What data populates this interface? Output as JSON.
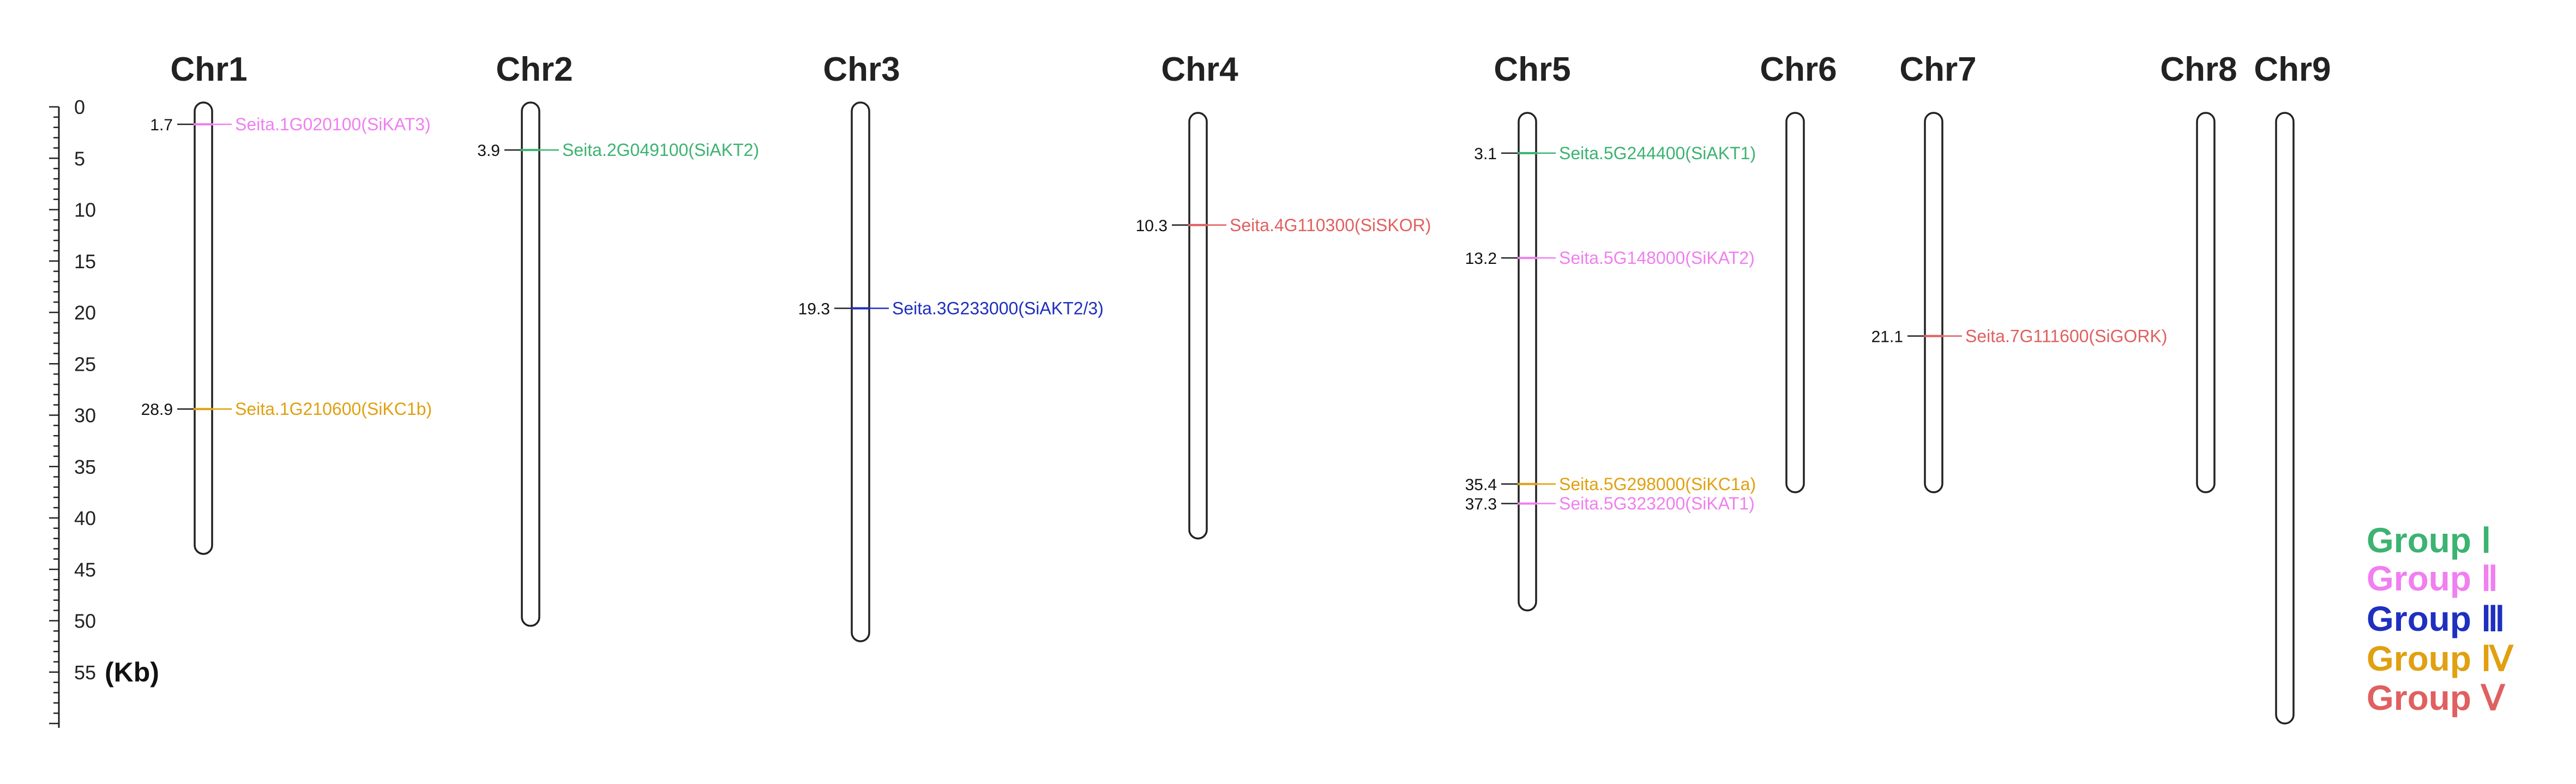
{
  "scale": {
    "unit_label": "(Kb)",
    "tick_labels": [
      "0",
      "5",
      "10",
      "15",
      "20",
      "25",
      "30",
      "35",
      "40",
      "45",
      "50",
      "55"
    ],
    "max": 60
  },
  "colors": {
    "group_I": "#3cb371",
    "group_II": "#f07ff0",
    "group_III": "#1f2fbf",
    "group_IV": "#e0a010",
    "group_V": "#e06060"
  },
  "chromosomes": [
    {
      "name": "Chr1",
      "length": 43.5,
      "genes": [
        {
          "pos_label": "1.7",
          "position": 1.7,
          "label": "Seita.1G020100(SiKAT3)",
          "group": "group_II"
        },
        {
          "pos_label": "28.9",
          "position": 29.4,
          "label": "Seita.1G210600(SiKC1b)",
          "group": "group_IV"
        }
      ]
    },
    {
      "name": "Chr2",
      "length": 50.5,
      "genes": [
        {
          "pos_label": "3.9",
          "position": 4.2,
          "label": "Seita.2G049100(SiAKT2)",
          "group": "group_I"
        }
      ]
    },
    {
      "name": "Chr3",
      "length": 52.0,
      "genes": [
        {
          "pos_label": "19.3",
          "position": 19.6,
          "label": "Seita.3G233000(SiAKT2/3)",
          "group": "group_III"
        }
      ]
    },
    {
      "name": "Chr4",
      "length": 42.0,
      "genes": [
        {
          "pos_label": "10.3",
          "position": 11.5,
          "label": "Seita.4G110300(SiSKOR)",
          "group": "group_V"
        }
      ]
    },
    {
      "name": "Chr5",
      "length": 49.0,
      "genes": [
        {
          "pos_label": "3.1",
          "position": 4.5,
          "label": "Seita.5G244400(SiAKT1)",
          "group": "group_I"
        },
        {
          "pos_label": "13.2",
          "position": 14.7,
          "label": "Seita.5G148000(SiKAT2)",
          "group": "group_II"
        },
        {
          "pos_label": "35.4",
          "position": 36.7,
          "label": "Seita.5G298000(SiKC1a)",
          "group": "group_IV"
        },
        {
          "pos_label": "37.3",
          "position": 38.6,
          "label": "Seita.5G323200(SiKAT1)",
          "group": "group_II"
        }
      ]
    },
    {
      "name": "Chr6",
      "length": 37.5,
      "genes": []
    },
    {
      "name": "Chr7",
      "length": 37.5,
      "genes": [
        {
          "pos_label": "21.1",
          "position": 22.3,
          "label": "Seita.7G111600(SiGORK)",
          "group": "group_V"
        }
      ]
    },
    {
      "name": "Chr8",
      "length": 37.5,
      "genes": []
    },
    {
      "name": "Chr9",
      "length": 60.0,
      "genes": []
    }
  ],
  "legend": [
    {
      "text": "Group Ⅰ",
      "group": "group_I"
    },
    {
      "text": "Group Ⅱ",
      "group": "group_II"
    },
    {
      "text": "Group Ⅲ",
      "group": "group_III"
    },
    {
      "text": "Group Ⅳ",
      "group": "group_IV"
    },
    {
      "text": "Group Ⅴ",
      "group": "group_V"
    }
  ]
}
